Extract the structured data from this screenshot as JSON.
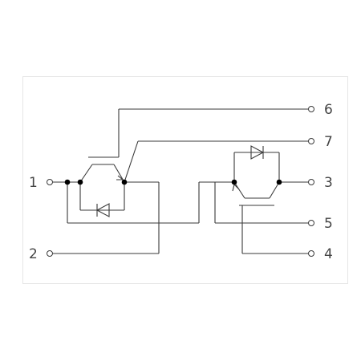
{
  "terminals": {
    "t1": "1",
    "t2": "2",
    "t3": "3",
    "t4": "4",
    "t5": "5",
    "t6": "6",
    "t7": "7"
  },
  "colors": {
    "line": "#3a3a3a",
    "node": "#000000",
    "text": "#444444",
    "frame": "#e6e6e6",
    "background": "#ffffff"
  }
}
